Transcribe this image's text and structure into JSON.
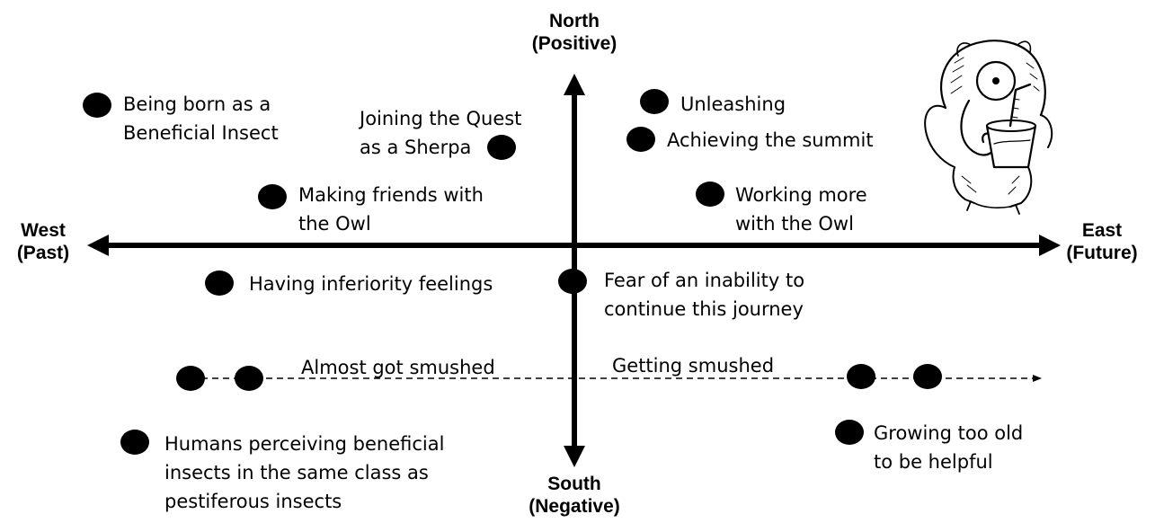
{
  "axes": {
    "north": {
      "line1": "North",
      "line2": "(Positive)"
    },
    "south": {
      "line1": "South",
      "line2": "(Negative)"
    },
    "west": {
      "line1": "West",
      "line2": "(Past)"
    },
    "east": {
      "line1": "East",
      "line2": "(Future)"
    }
  },
  "events": [
    {
      "lines": [
        "Being born as a",
        "Beneficial Insect"
      ]
    },
    {
      "lines": [
        "Joining the Quest",
        "as a Sherpa"
      ]
    },
    {
      "lines": [
        "Unleashing"
      ]
    },
    {
      "lines": [
        "Achieving the summit"
      ]
    },
    {
      "lines": [
        "Making friends with",
        "the Owl"
      ]
    },
    {
      "lines": [
        "Working more",
        "with the Owl"
      ]
    },
    {
      "lines": [
        "Having inferiority feelings"
      ]
    },
    {
      "lines": [
        "Fear of an inability to",
        "continue this journey"
      ]
    },
    {
      "lines": [
        "Humans perceiving beneficial",
        "insects in the same class as",
        "pestiferous insects"
      ]
    },
    {
      "lines": [
        "Growing too old",
        "to be helpful"
      ]
    }
  ],
  "timeline": {
    "past_label": "Almost got smushed",
    "future_label": "Getting smushed"
  },
  "colors": {
    "marker": "#000000",
    "line": "#000000",
    "background": "#ffffff"
  },
  "illustration": {
    "icon": "elephant-character-with-drink-icon"
  }
}
